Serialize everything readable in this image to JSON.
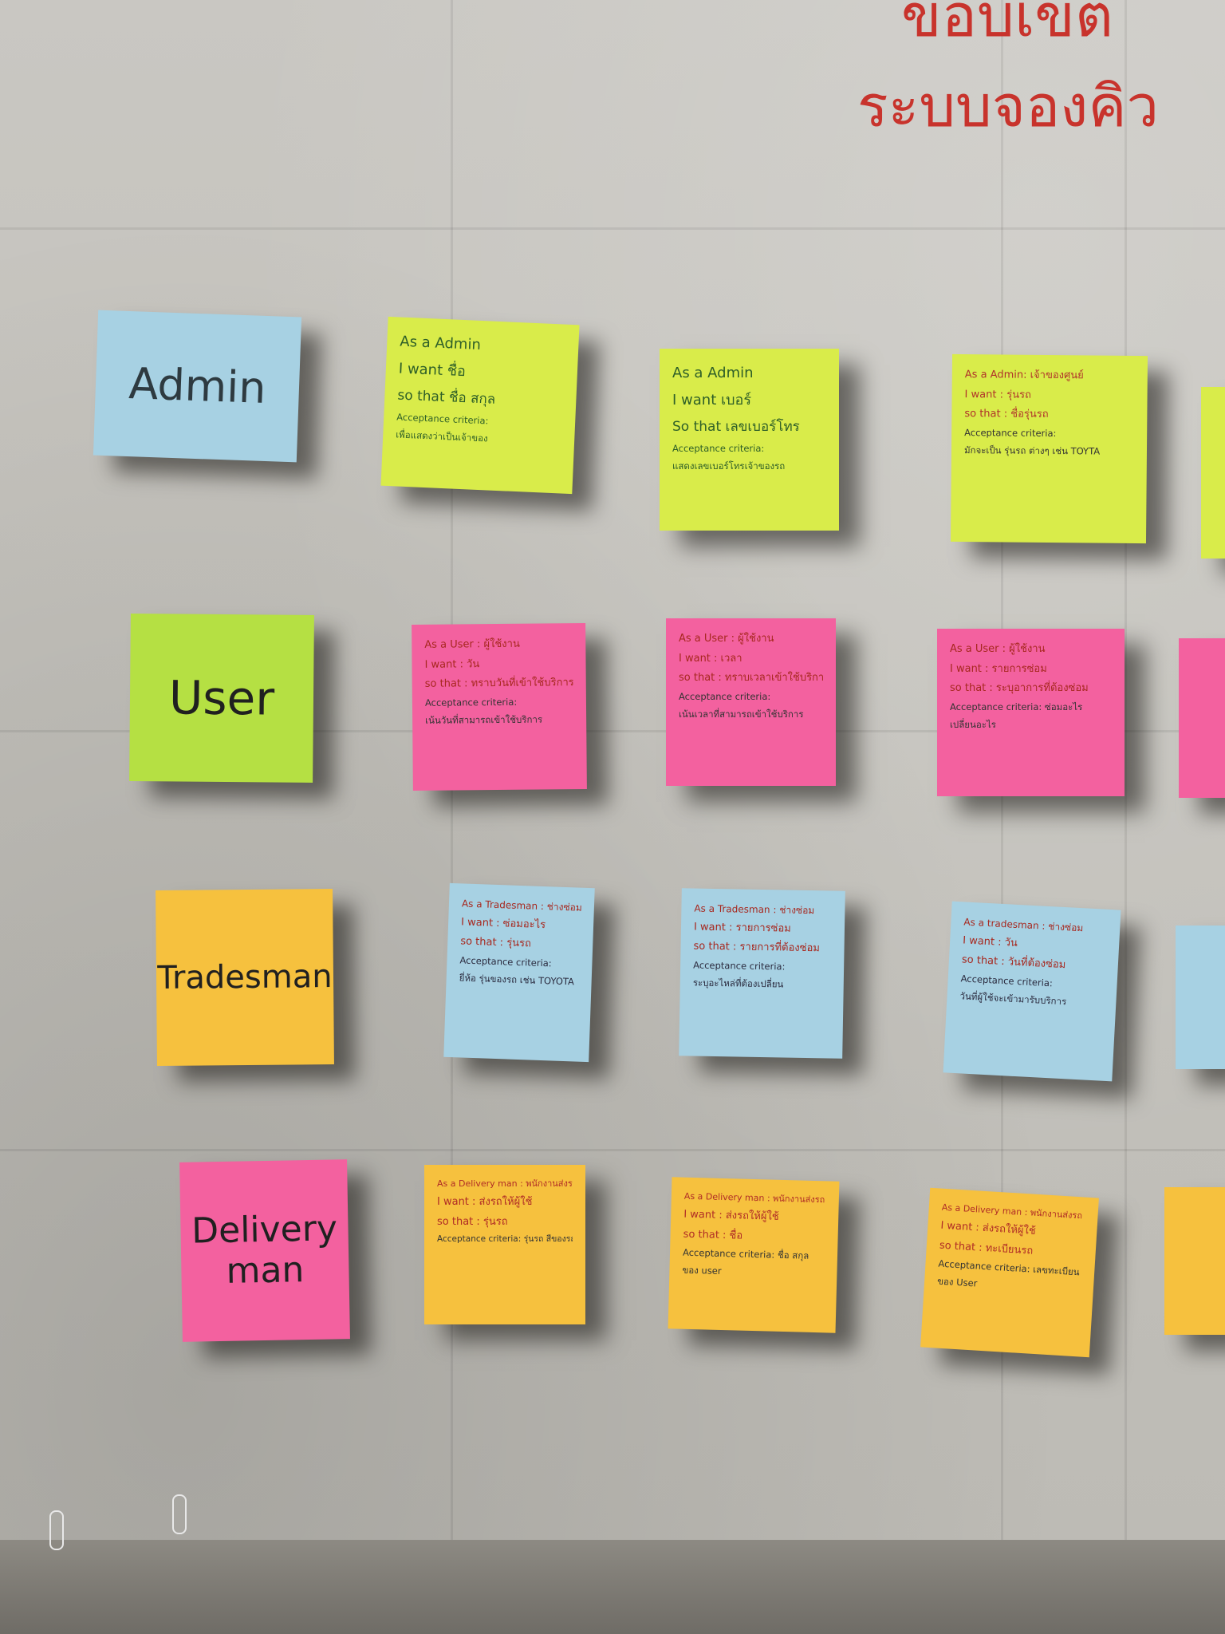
{
  "board": {
    "title_top": "ขอบเขต",
    "title_sub": "ระบบจองคิว"
  },
  "roles": [
    {
      "label": "Admin",
      "color": "#a7d1e3"
    },
    {
      "label": "User",
      "color": "#b5e043"
    },
    {
      "label": "Tradesman",
      "color": "#f6c13e"
    },
    {
      "label": "Delivery man",
      "color": "#f3619f"
    }
  ],
  "stories": {
    "admin": [
      {
        "as": "As a Admin",
        "want": "I want ชื่อ",
        "so": "so that ชื่อ สกุล",
        "ac_label": "Acceptance criteria:",
        "ac": "เพื่อแสดงว่าเป็นเจ้าของ"
      },
      {
        "as": "As a Admin",
        "want": "I want เบอร์",
        "so": "So that เลขเบอร์โทร",
        "ac_label": "Acceptance criteria:",
        "ac": "แสดงเลขเบอร์โทรเจ้าของรถ"
      },
      {
        "as": "As a Admin: เจ้าของศูนย์",
        "want": "I want : รุ่นรถ",
        "so": "so that : ชื่อรุ่นรถ",
        "ac_label": "Acceptance criteria:",
        "ac": "มักจะเป็น รุ่นรถ ต่างๆ เช่น TOYTA"
      }
    ],
    "user": [
      {
        "as": "As a User : ผู้ใช้งาน",
        "want": "I want : วัน",
        "so": "so that : ทราบวันที่เข้าใช้บริการ",
        "ac_label": "Acceptance criteria:",
        "ac": "เน้นวันที่สามารถเข้าใช้บริการ"
      },
      {
        "as": "As a User : ผู้ใช้งาน",
        "want": "I want : เวลา",
        "so": "so that : ทราบเวลาเข้าใช้บริการ",
        "ac_label": "Acceptance criteria:",
        "ac": "เน้นเวลาที่สามารถเข้าใช้บริการ"
      },
      {
        "as": "As a User : ผู้ใช้งาน",
        "want": "I want : รายการซ่อม",
        "so": "so that : ระบุอาการที่ต้องซ่อม",
        "ac_label": "Acceptance criteria: ซ่อมอะไร",
        "ac": "เปลี่ยนอะไร"
      }
    ],
    "tradesman": [
      {
        "as": "As a Tradesman : ช่างซ่อม",
        "want": "I want : ซ่อมอะไร",
        "so": "so that : รุ่นรถ",
        "ac_label": "Acceptance criteria:",
        "ac": "ยี่ห้อ รุ่นของรถ เช่น TOYOTA"
      },
      {
        "as": "As a Tradesman : ช่างซ่อม",
        "want": "I want : รายการซ่อม",
        "so": "so that : รายการที่ต้องซ่อม",
        "ac_label": "Acceptance criteria:",
        "ac": "ระบุอะไหล่ที่ต้องเปลี่ยน"
      },
      {
        "as": "As a tradesman : ช่างซ่อม",
        "want": "I want : วัน",
        "so": "so that : วันที่ต้องซ่อม",
        "ac_label": "Acceptance criteria:",
        "ac": "วันที่ผู้ใช้จะเข้ามารับบริการ"
      }
    ],
    "delivery": [
      {
        "as": "As a Delivery man : พนักงานส่งรถ",
        "want": "I want : ส่งรถให้ผู้ใช้",
        "so": "so that : รุ่นรถ",
        "ac_label": "Acceptance criteria: รุ่นรถ สีของรถ",
        "ac": ""
      },
      {
        "as": "As a Delivery man : พนักงานส่งรถ",
        "want": "I want : ส่งรถให้ผู้ใช้",
        "so": "so that : ชื่อ",
        "ac_label": "Acceptance criteria: ชื่อ สกุล",
        "ac": "ของ user"
      },
      {
        "as": "As a Delivery man : พนักงานส่งรถ",
        "want": "I want : ส่งรถให้ผู้ใช้",
        "so": "so that : ทะเบียนรถ",
        "ac_label": "Acceptance criteria: เลขทะเบียน",
        "ac": "ของ User"
      }
    ]
  }
}
